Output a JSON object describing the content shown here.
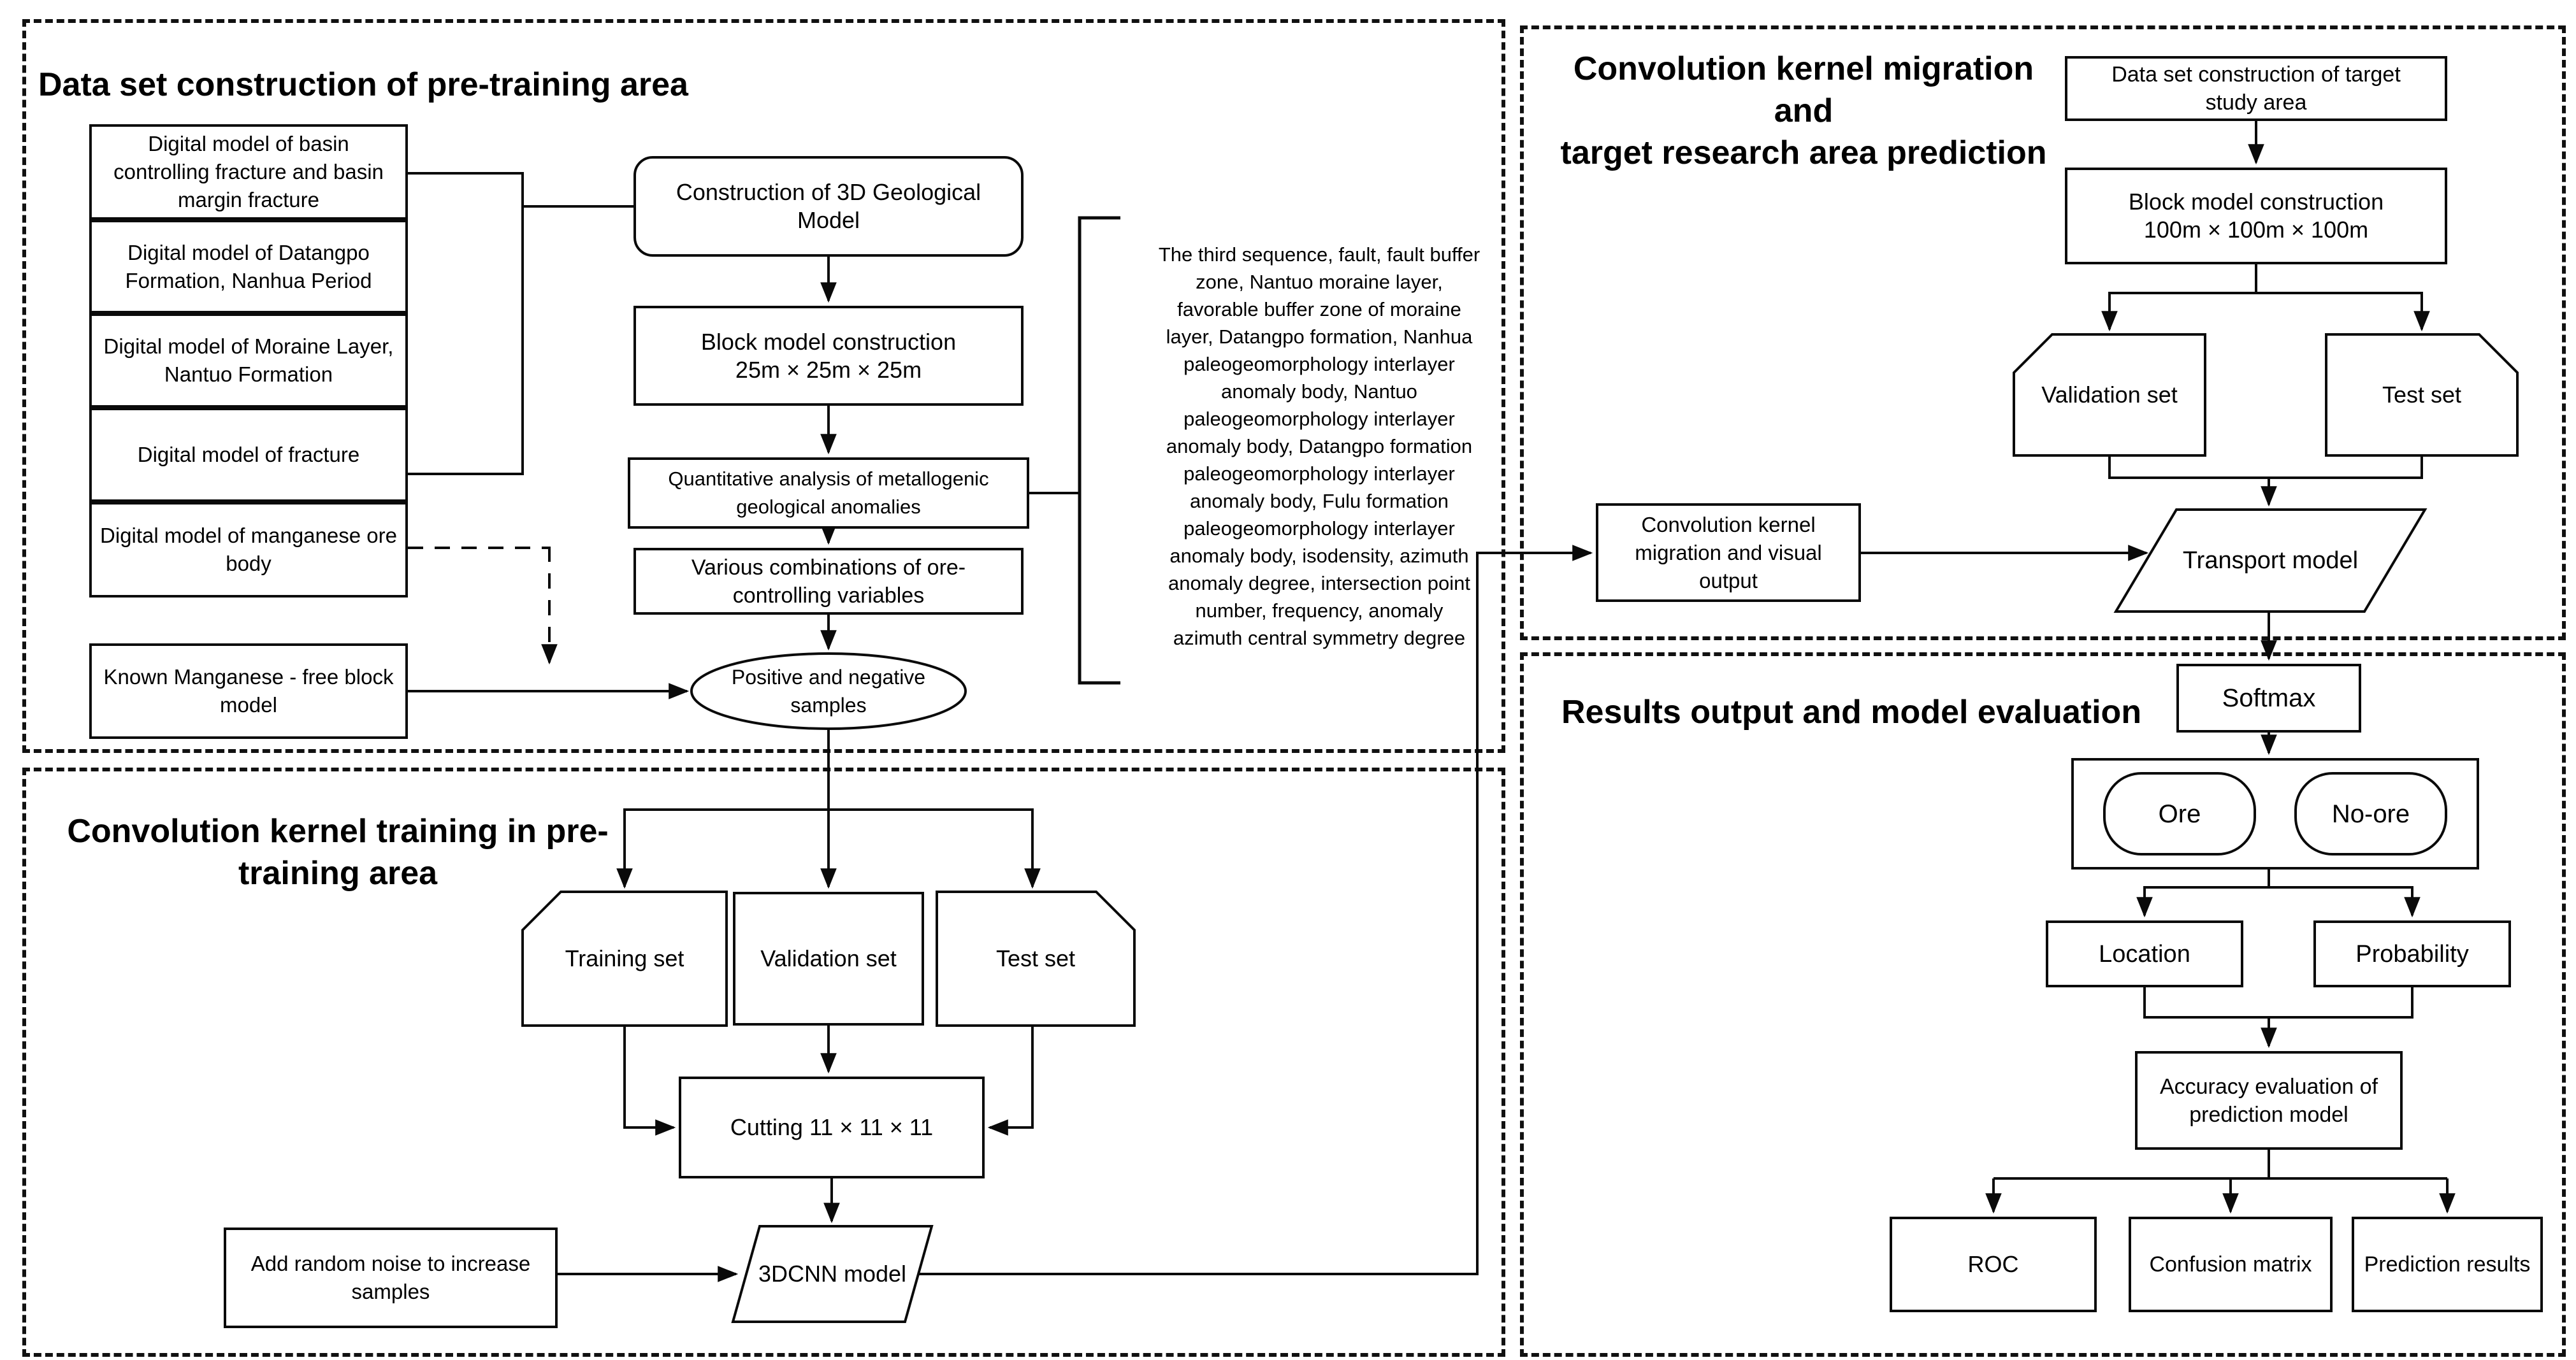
{
  "diagram": {
    "sections": {
      "pretraining_data": {
        "title": "Data set construction of pre-training area"
      },
      "kernel_training": {
        "title": "Convolution kernel training in pre-\ntraining area"
      },
      "kernel_migration": {
        "title": "Convolution kernel migration and\ntarget research area prediction"
      },
      "results_evaluation": {
        "title": "Results output and model evaluation"
      }
    },
    "nodes": {
      "basin_model": "Digital model of basin\ncontrolling fracture and basin\nmargin fracture",
      "datangpo_model": "Digital model of Datangpo\nFormation, Nanhua Period",
      "moraine_model": "Digital model of Moraine Layer,\nNantuo Formation",
      "fracture_model": "Digital model of fracture",
      "manganese_model": "Digital model of manganese ore\nbody",
      "known_manganese": "Known Manganese - free block\nmodel",
      "construction_3d": "Construction of 3D Geological\nModel",
      "block_model_25": "Block model construction\n25m × 25m × 25m",
      "quantitative_analysis": "Quantitative analysis of metallogenic\ngeological anomalies",
      "ore_controlling_variables": "Various combinations of ore-\ncontrolling variables",
      "samples": "Positive and negative\nsamples",
      "anomaly_list": "The third sequence, fault, fault buffer\nzone, Nantuo moraine layer,\nfavorable buffer zone of moraine\nlayer, Datangpo formation, Nanhua\npaleogeomorphology interlayer\nanomaly body, Nantuo\npaleogeomorphology interlayer\nanomaly body, Datangpo formation\npaleogeomorphology interlayer\nanomaly body, Fulu formation\npaleogeomorphology interlayer\nanomaly body, isodensity, azimuth\nanomaly degree, intersection point\nnumber, frequency, anomaly\nazimuth central symmetry degree",
      "training_set": "Training set",
      "validation_set_pre": "Validation set",
      "test_set_pre": "Test set",
      "cutting": "Cutting 11 × 11 × 11",
      "add_noise": "Add random noise to increase\nsamples",
      "cnn_model": "3DCNN model",
      "target_dataset": "Data set construction of target\nstudy area",
      "block_model_100": "Block model construction\n100m × 100m × 100m",
      "validation_set_target": "Validation set",
      "test_set_target": "Test set",
      "migration_output": "Convolution kernel\nmigration and visual\noutput",
      "transport_model": "Transport model",
      "softmax": "Softmax",
      "ore": "Ore",
      "no_ore": "No-ore",
      "location": "Location",
      "probability": "Probability",
      "accuracy_evaluation": "Accuracy evaluation of\nprediction model",
      "roc": "ROC",
      "confusion_matrix": "Confusion matrix",
      "prediction_results": "Prediction results"
    },
    "colors": {
      "stroke": "#000000",
      "background": "#ffffff"
    }
  }
}
